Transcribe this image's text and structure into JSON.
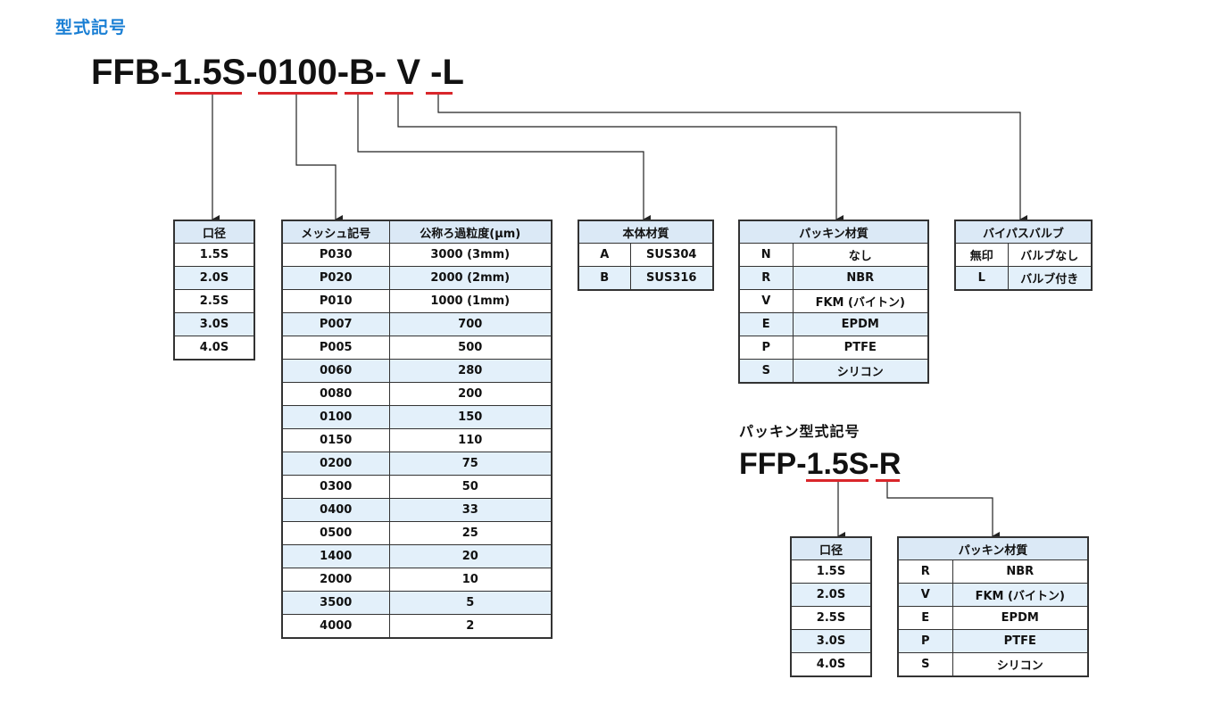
{
  "section_title": "型式記号",
  "main_code": {
    "segments": [
      {
        "text": "FFB-",
        "underline": false
      },
      {
        "text": "1.5S",
        "underline": true
      },
      {
        "text": "-",
        "underline": false
      },
      {
        "text": "0100",
        "underline": true
      },
      {
        "text": "-",
        "underline": false
      },
      {
        "text": "B",
        "underline": true
      },
      {
        "text": "- ",
        "underline": false
      },
      {
        "text": "V",
        "underline": true
      },
      {
        "text": " -",
        "underline": false
      },
      {
        "text": "L",
        "underline": true
      }
    ]
  },
  "bore_table": {
    "header": "口径",
    "rows": [
      "1.5S",
      "2.0S",
      "2.5S",
      "3.0S",
      "4.0S"
    ]
  },
  "mesh_table": {
    "headers": [
      "メッシュ記号",
      "公称ろ過粒度(μm)"
    ],
    "rows": [
      [
        "P030",
        "3000 (3mm)"
      ],
      [
        "P020",
        "2000 (2mm)"
      ],
      [
        "P010",
        "1000 (1mm)"
      ],
      [
        "P007",
        "700"
      ],
      [
        "P005",
        "500"
      ],
      [
        "0060",
        "280"
      ],
      [
        "0080",
        "200"
      ],
      [
        "0100",
        "150"
      ],
      [
        "0150",
        "110"
      ],
      [
        "0200",
        "75"
      ],
      [
        "0300",
        "50"
      ],
      [
        "0400",
        "33"
      ],
      [
        "0500",
        "25"
      ],
      [
        "1400",
        "20"
      ],
      [
        "2000",
        "10"
      ],
      [
        "3500",
        "5"
      ],
      [
        "4000",
        "2"
      ]
    ]
  },
  "body_material_table": {
    "header": "本体材質",
    "rows": [
      [
        "A",
        "SUS304"
      ],
      [
        "B",
        "SUS316"
      ]
    ]
  },
  "packing_material_table": {
    "header": "パッキン材質",
    "rows": [
      [
        "N",
        "なし"
      ],
      [
        "R",
        "NBR"
      ],
      [
        "V",
        "FKM (バイトン)"
      ],
      [
        "E",
        "EPDM"
      ],
      [
        "P",
        "PTFE"
      ],
      [
        "S",
        "シリコン"
      ]
    ]
  },
  "bypass_valve_table": {
    "header": "バイパスバルブ",
    "rows": [
      [
        "無印",
        "バルブなし"
      ],
      [
        "L",
        "バルブ付き"
      ]
    ]
  },
  "packing_model": {
    "heading": "パッキン型式記号",
    "segments": [
      {
        "text": "FFP-",
        "underline": false
      },
      {
        "text": "1.5S",
        "underline": true
      },
      {
        "text": "-",
        "underline": false
      },
      {
        "text": "R",
        "underline": true
      }
    ],
    "bore_table": {
      "header": "口径",
      "rows": [
        "1.5S",
        "2.0S",
        "2.5S",
        "3.0S",
        "4.0S"
      ]
    },
    "material_table": {
      "header": "パッキン材質",
      "rows": [
        [
          "R",
          "NBR"
        ],
        [
          "V",
          "FKM (バイトン)"
        ],
        [
          "E",
          "EPDM"
        ],
        [
          "P",
          "PTFE"
        ],
        [
          "S",
          "シリコン"
        ]
      ]
    }
  },
  "colors": {
    "title_blue": "#1a7fd4",
    "underline_red": "#d9262b",
    "header_bg": "#dbe9f6",
    "row_alt_bg": "#e3f0fa"
  }
}
